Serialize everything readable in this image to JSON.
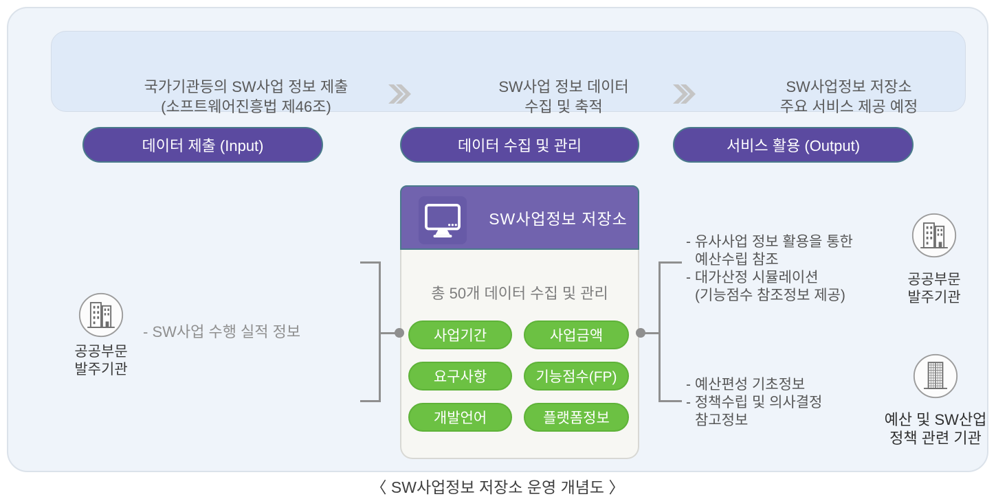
{
  "banner": {
    "steps": [
      {
        "line1": "국가기관등의 SW사업 정보 제출",
        "line2": "(소프트웨어진흥법 제46조)"
      },
      {
        "line1": "SW사업 정보 데이터",
        "line2": "수집 및 축적"
      },
      {
        "line1": "SW사업정보 저장소",
        "line2": "주요 서비스 제공 예정"
      }
    ]
  },
  "phase_pills": [
    {
      "label": "데이터 제출 (Input)"
    },
    {
      "label": "데이터 수집 및 관리"
    },
    {
      "label": "서비스 활용 (Output)"
    }
  ],
  "repository_card": {
    "title": "SW사업정보 저장소",
    "subtitle": "총 50개 데이터 수집 및 관리",
    "data_tags": [
      "사업기간",
      "사업금액",
      "요구사항",
      "기능점수(FP)",
      "개발언어",
      "플랫폼정보"
    ]
  },
  "left_group": {
    "entity": {
      "line1": "공공부문",
      "line2": "발주기관"
    },
    "note": "- SW사업 수행 실적 정보"
  },
  "right_top_group": {
    "notes": [
      "- 유사사업 정보 활용을 통한",
      "예산수립 참조",
      "- 대가산정 시뮬레이션",
      "(기능점수 참조정보 제공)"
    ],
    "entity": {
      "line1": "공공부문",
      "line2": "발주기관"
    }
  },
  "right_bottom_group": {
    "notes": [
      "- 예산편성 기초정보",
      "- 정책수립 및 의사결정",
      "참고정보"
    ],
    "entity": {
      "line1": "예산 및 SW산업",
      "line2": "정책 관련 기관"
    }
  },
  "caption": "〈 SW사업정보 저장소 운영 개념도 〉",
  "icons": {
    "monitor": "monitor-icon",
    "buildings": "office-buildings-icon",
    "tower": "tower-building-icon",
    "chevron": "double-chevron-icon"
  },
  "colors": {
    "frame_bg": "#eff4fa",
    "banner_bg": "#dfeaf8",
    "purple": "#5b4aa0",
    "purple_header": "#7163ae",
    "green": "#6cc143",
    "connector_gray": "#8f8f8f",
    "chevron_gray": "#c5c5c5"
  }
}
